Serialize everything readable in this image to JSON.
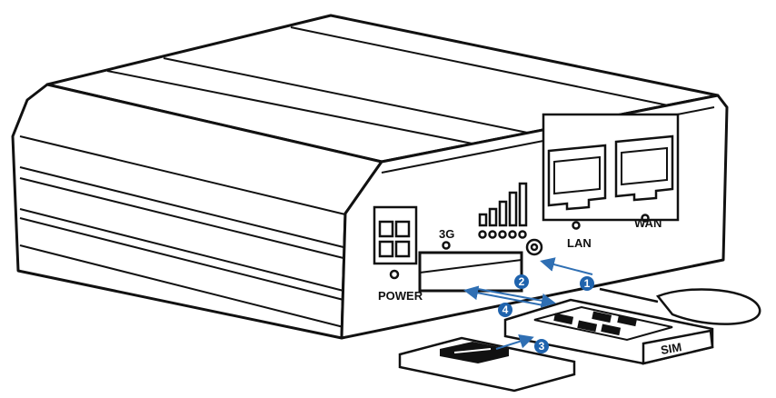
{
  "labels": {
    "power": "POWER",
    "g3": "3G",
    "lan": "LAN",
    "wan": "WAN",
    "sim": "SIM"
  },
  "steps": [
    "1",
    "2",
    "3",
    "4"
  ],
  "colors": {
    "outline": "#111111",
    "arrow": "#2f6fb3",
    "badge": "#1f63ad"
  }
}
